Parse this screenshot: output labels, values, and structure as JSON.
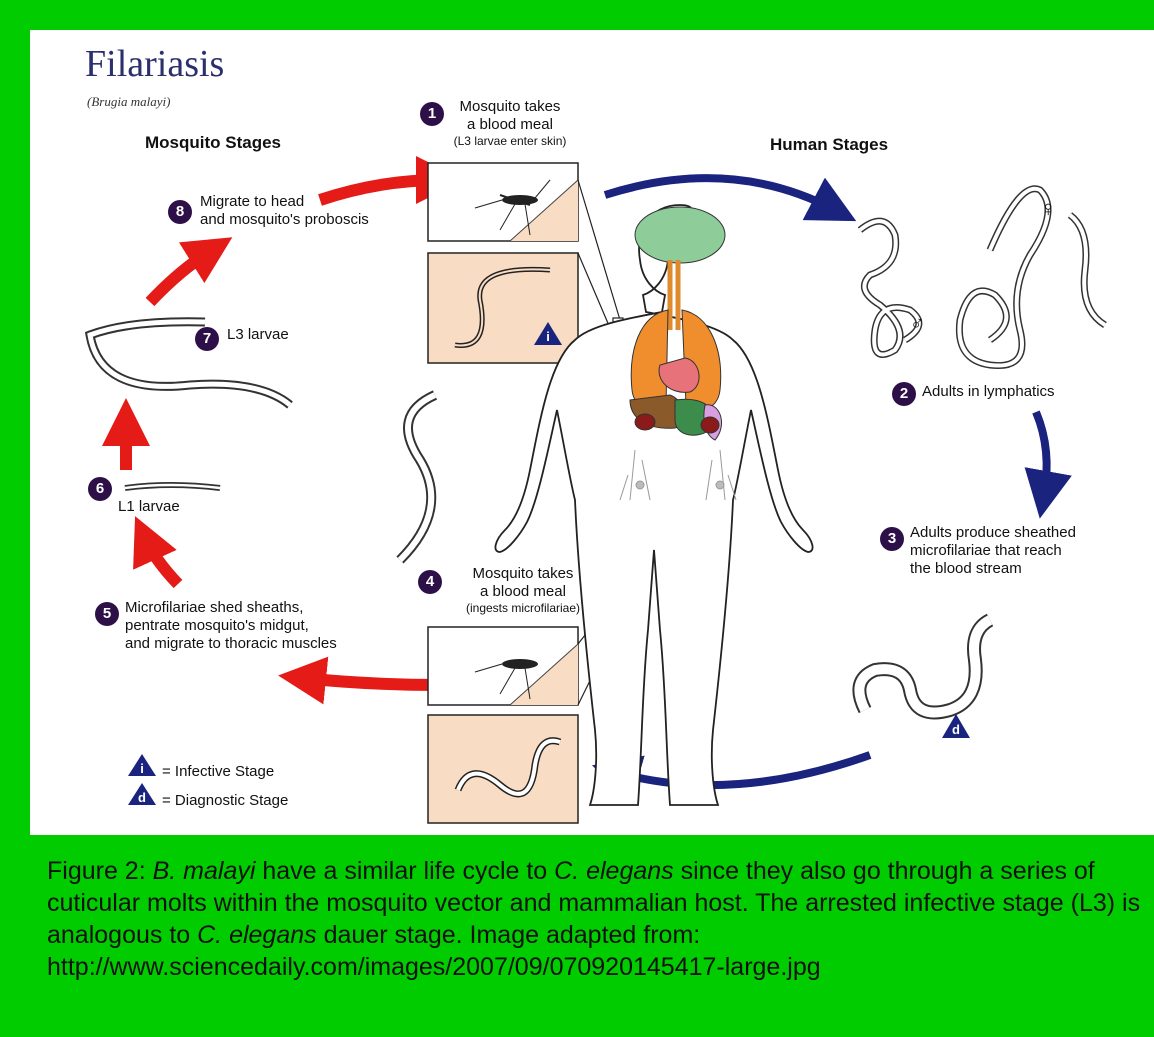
{
  "title": "Filariasis",
  "subtitle": "(Brugia malayi)",
  "sections": {
    "mosquito": "Mosquito Stages",
    "human": "Human Stages"
  },
  "steps": [
    {
      "num": "1",
      "lines": [
        "Mosquito takes",
        "a blood meal"
      ],
      "sub": "(L3 larvae enter skin)"
    },
    {
      "num": "2",
      "lines": [
        "Adults in lymphatics"
      ]
    },
    {
      "num": "3",
      "lines": [
        "Adults produce sheathed",
        "microfilariae that reach",
        "the blood stream"
      ]
    },
    {
      "num": "4",
      "lines": [
        "Mosquito takes",
        "a blood meal"
      ],
      "sub": "(ingests microfilariae)"
    },
    {
      "num": "5",
      "lines": [
        "Microfilariae shed sheaths,",
        "pentrate mosquito's midgut,",
        "and migrate to thoracic muscles"
      ]
    },
    {
      "num": "6",
      "lines": [
        "L1 larvae"
      ]
    },
    {
      "num": "7",
      "lines": [
        "L3 larvae"
      ]
    },
    {
      "num": "8",
      "lines": [
        "Migrate to head",
        "and mosquito's proboscis"
      ]
    }
  ],
  "sex_symbols": {
    "male": "♂",
    "female": "♀"
  },
  "stage_badges": {
    "infective": "i",
    "diagnostic": "d"
  },
  "legend": {
    "infective": "= Infective Stage",
    "diagnostic": "= Diagnostic Stage"
  },
  "caption": {
    "p1": "Figure 2:  ",
    "e1": "B. malayi",
    "p2": " have a similar life cycle to ",
    "e2": "C. elegans",
    "p3": " since they also go through a series of cuticular molts within the mosquito vector and mammalian host.  The arrested infective stage (L3) is analogous to ",
    "e3": "C. elegans",
    "p4": " dauer stage.  Image adapted from:",
    "url": "http://www.sciencedaily.com/images/2007/09/070920145417-large.jpg"
  },
  "colors": {
    "background": "#00cc00",
    "panel": "#ffffff",
    "human_arrow": "#1a237e",
    "mosquito_arrow": "#e41b17",
    "step_circle": "#2e1048",
    "badge": "#1a237e",
    "inset": "#f8dcc4",
    "title": "#2b2f6e"
  }
}
